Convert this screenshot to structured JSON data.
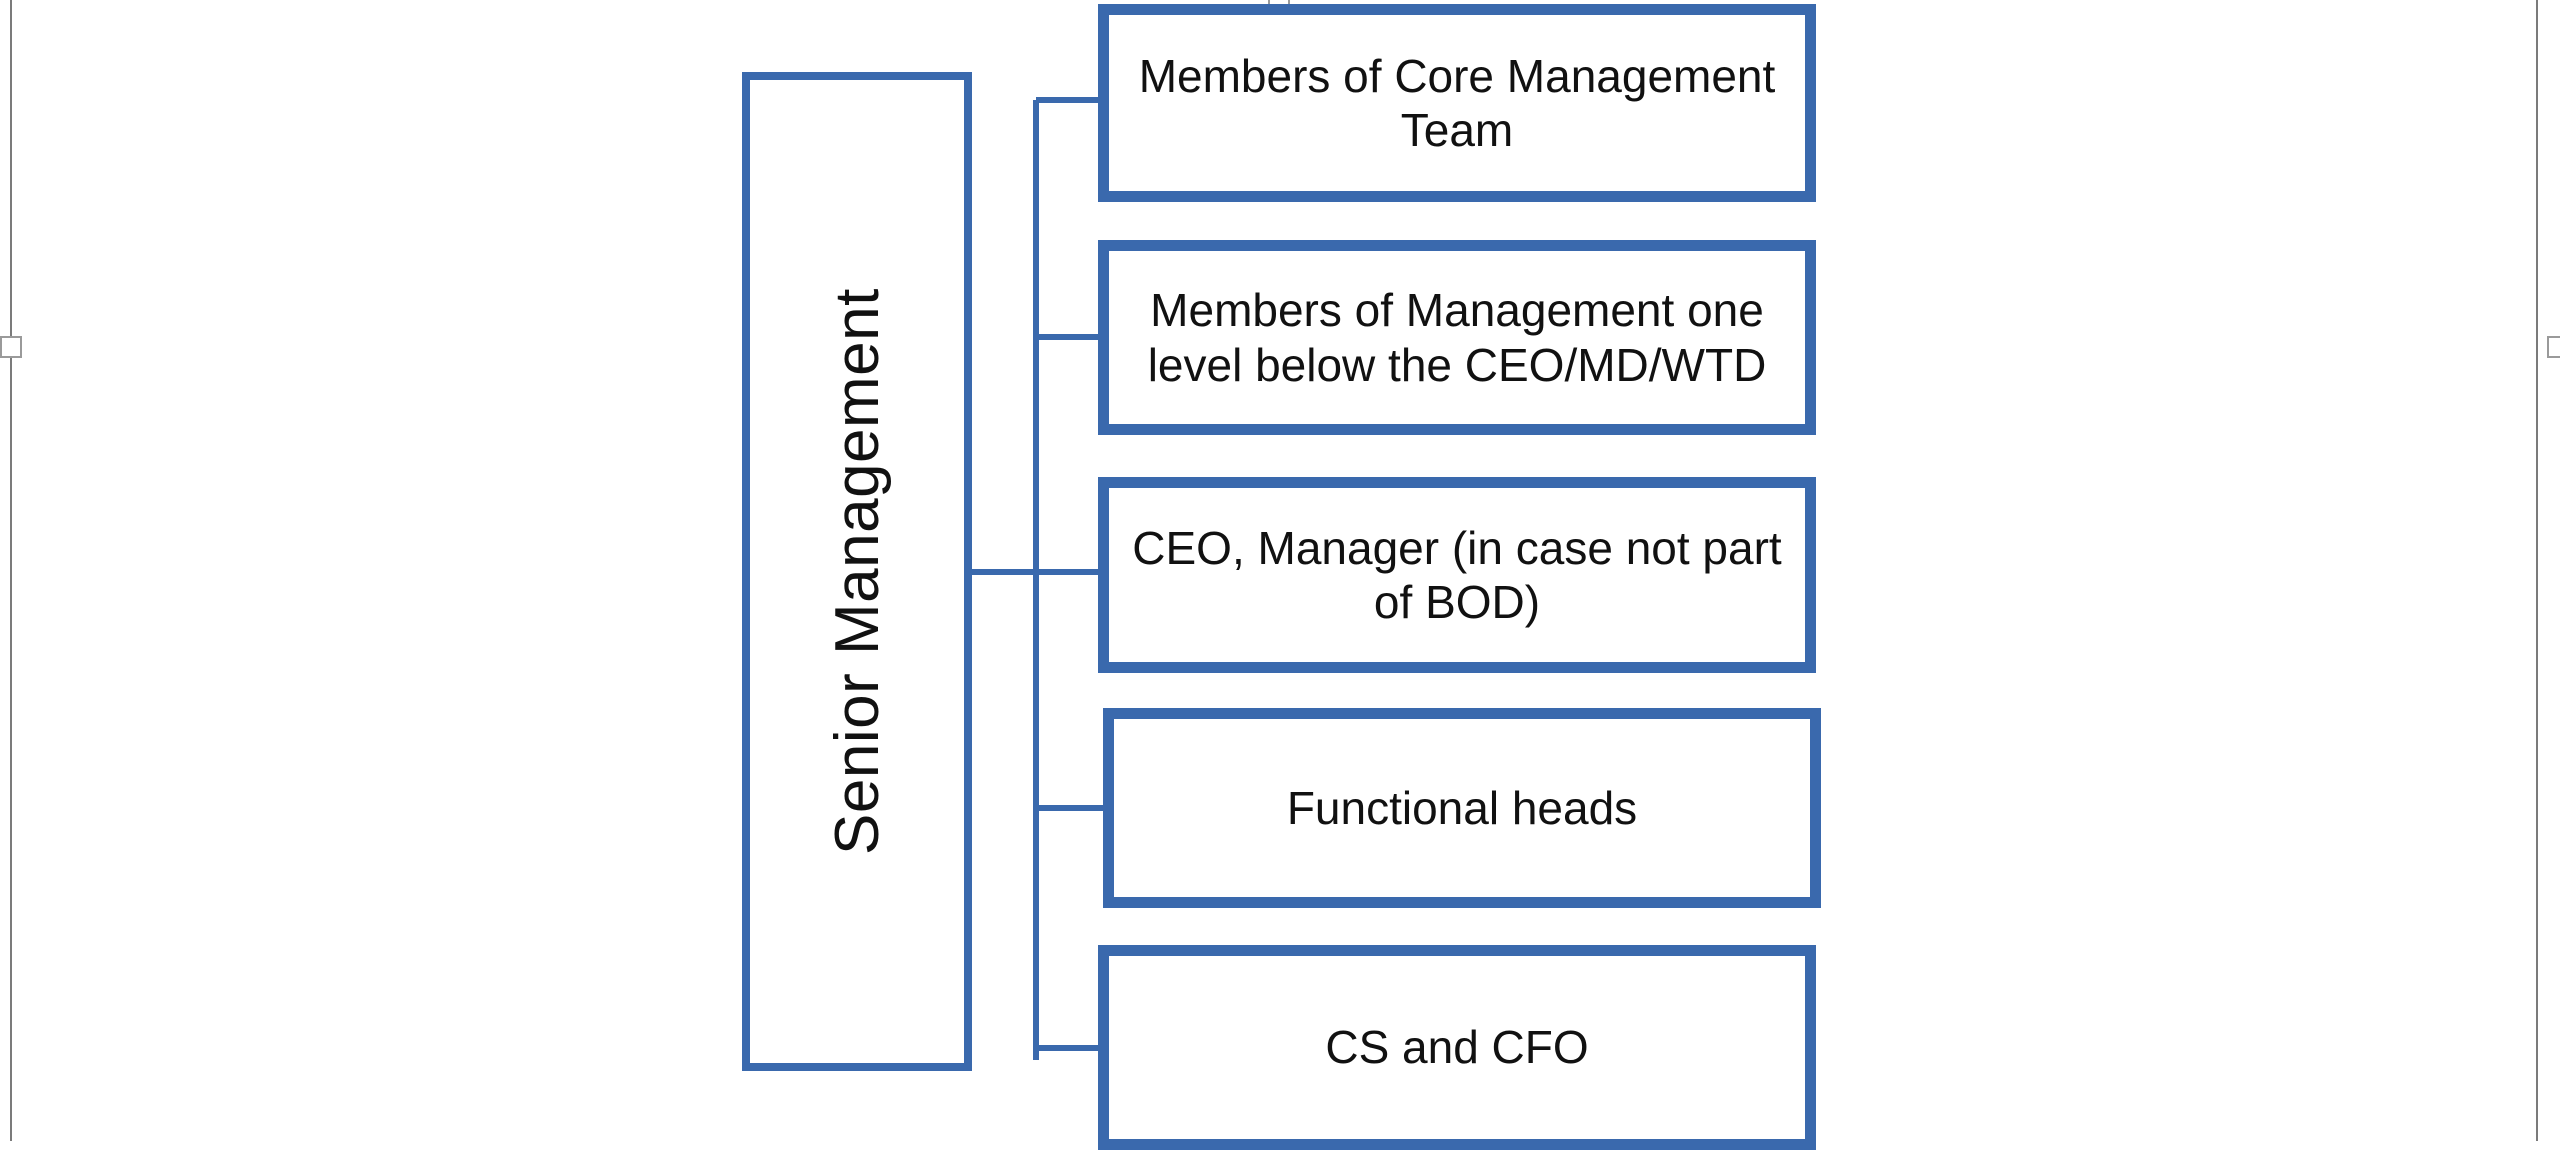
{
  "document": {
    "page_background": "#ffffff",
    "page_rule_color": "#7b7b7b"
  },
  "diagram": {
    "type": "hierarchy",
    "accent_color": "#3a69ad",
    "text_color": "#111111",
    "root": {
      "label": "Senior Management",
      "orientation": "vertical-rotated-ccw"
    },
    "children": [
      {
        "label": "Members of Core Management Team"
      },
      {
        "label": "Members of Management one level below the CEO/MD/WTD"
      },
      {
        "label": "CEO, Manager (in case not part of BOD)"
      },
      {
        "label": "Functional heads"
      },
      {
        "label": "CS and CFO"
      }
    ]
  },
  "selection": {
    "handles": [
      {
        "name": "top-center"
      },
      {
        "name": "bottom-center"
      },
      {
        "name": "left-middle"
      },
      {
        "name": "right-middle"
      }
    ]
  }
}
